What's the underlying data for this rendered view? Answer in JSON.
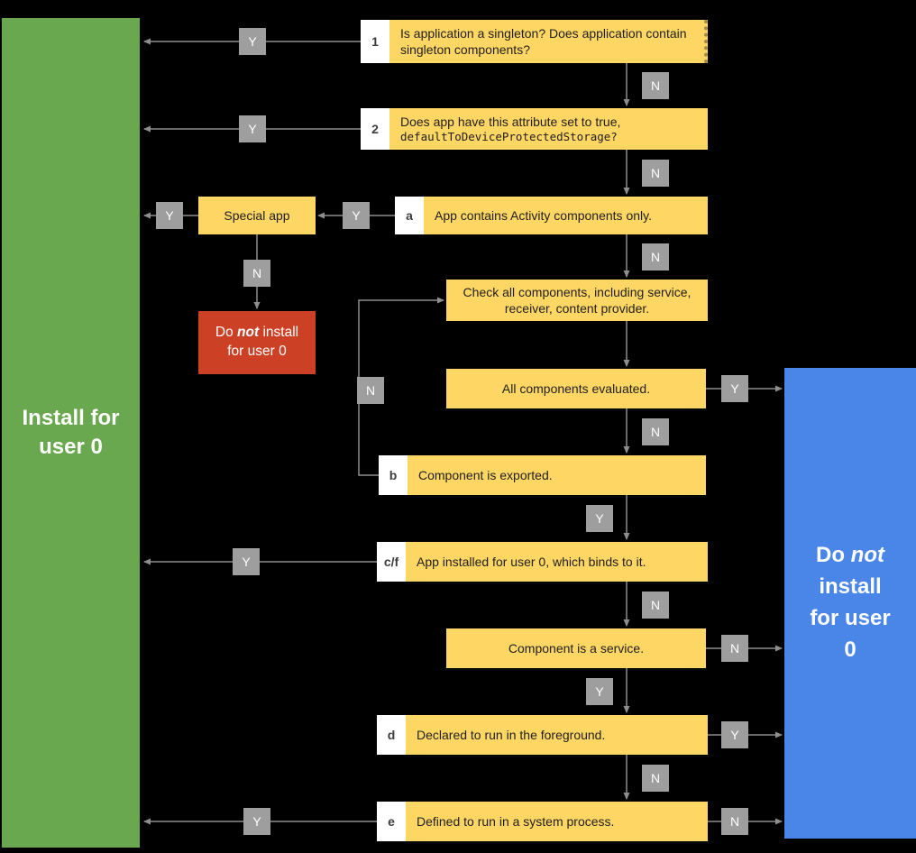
{
  "colors": {
    "background": "#000000",
    "node_yellow": "#fdd663",
    "terminal_green": "#6aa84f",
    "terminal_blue": "#4a86e8",
    "stop_red": "#cc4125",
    "badge_gray": "#9e9e9e",
    "connector_gray": "#8e8e8e",
    "tag_white": "#ffffff"
  },
  "badges": {
    "yes": "Y",
    "no": "N"
  },
  "nodes": {
    "q1": {
      "label": "1",
      "text": "Is application a singleton? Does application contain singleton components?"
    },
    "q2": {
      "label": "2",
      "text_line1": "Does app have this attribute set to true,",
      "text_code": "defaultToDeviceProtectedStorage?"
    },
    "special": {
      "text": "Special app"
    },
    "qa": {
      "label": "a",
      "text": "App contains Activity components only."
    },
    "check": {
      "text": "Check all components, including service, receiver, content provider."
    },
    "evaluated": {
      "text": "All components evaluated."
    },
    "qb": {
      "label": "b",
      "text": "Component is exported."
    },
    "qcf": {
      "label": "c/f",
      "text": "App installed for user 0, which binds to it."
    },
    "service": {
      "text": "Component is a service."
    },
    "qd": {
      "label": "d",
      "text": "Declared to run in the foreground."
    },
    "qe": {
      "label": "e",
      "text": "Defined to run in a system process."
    }
  },
  "terminals": {
    "install": {
      "text": "Install for user 0"
    },
    "do_not_install": {
      "prefix": "Do ",
      "emphasis": "not",
      "suffix": " install for user 0"
    },
    "do_not_install_red": {
      "prefix": "Do ",
      "emphasis": "not",
      "suffix": " install for user 0"
    }
  }
}
